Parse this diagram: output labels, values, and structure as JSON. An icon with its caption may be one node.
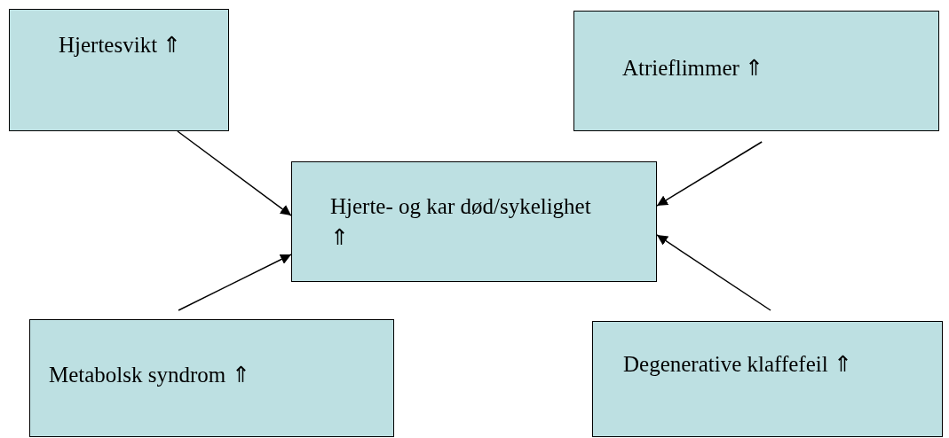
{
  "diagram": {
    "nodes": [
      {
        "text": [
          "Hjertesvikt ⇑"
        ]
      },
      {
        "text": [
          "Atrieflimmer ⇑"
        ]
      },
      {
        "text": [
          "Hjerte- og kar død/sykelighet ⇑"
        ]
      },
      {
        "text": [
          "Metabolsk syndrom ⇑"
        ]
      },
      {
        "text": [
          "Degenerative klaffefeil ⇑"
        ]
      }
    ],
    "edges": [
      {
        "from": 0,
        "to": 2,
        "arrow": "to"
      },
      {
        "from": 1,
        "to": 2,
        "arrow": "to"
      },
      {
        "from": 3,
        "to": 2,
        "arrow": "to"
      },
      {
        "from": 4,
        "to": 2,
        "arrow": "to"
      }
    ]
  }
}
